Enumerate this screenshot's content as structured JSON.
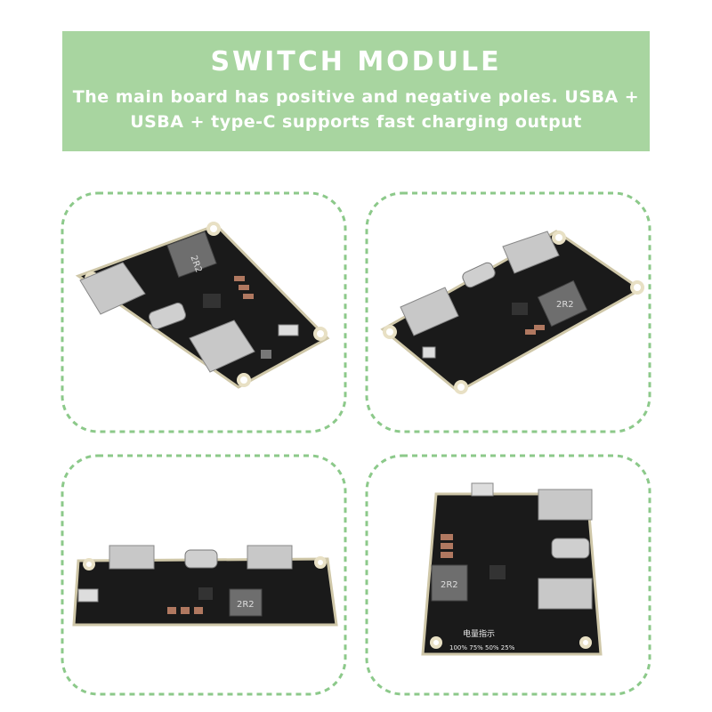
{
  "banner": {
    "title": "SWITCH MODULE",
    "description_line1": "The main board has positive and negative poles.  USBA +",
    "description_line2": "USBA + type-C supports fast charging output",
    "bg_color": "#a8d5a0"
  },
  "frame_color": "#8cc98a",
  "photos": [
    {
      "name": "board-view-top-angle",
      "inductor_label": "2R2"
    },
    {
      "name": "board-view-rotated",
      "inductor_label": "2R2"
    },
    {
      "name": "board-view-front-low",
      "inductor_label": "2R2"
    },
    {
      "name": "board-view-side",
      "inductor_label": "2R2",
      "indicator_text": "电量指示",
      "percent_labels": "100% 75% 50% 25%"
    }
  ]
}
